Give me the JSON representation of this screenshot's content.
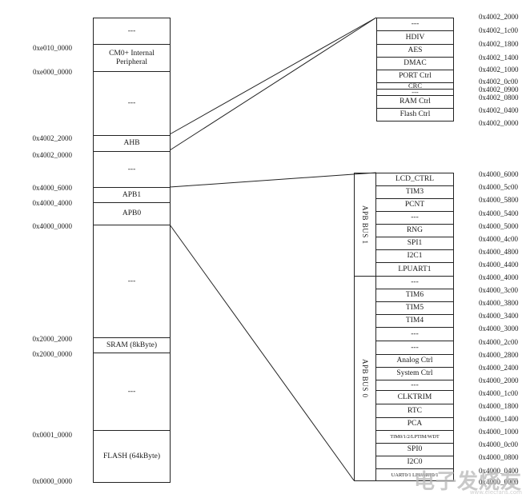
{
  "memory_map": {
    "blocks": [
      {
        "label": "---"
      },
      {
        "label": "CM0+ Internal Peripheral"
      },
      {
        "label": "---"
      },
      {
        "label": "AHB"
      },
      {
        "label": "---"
      },
      {
        "label": "APB1"
      },
      {
        "label": "APB0"
      },
      {
        "label": "---"
      },
      {
        "label": "SRAM (8kByte)"
      },
      {
        "label": "---"
      },
      {
        "label": "FLASH (64kByte)"
      }
    ],
    "addresses": [
      "0xe010_0000",
      "0xe000_0000",
      "0x4002_2000",
      "0x4002_0000",
      "0x4000_6000",
      "0x4000_4000",
      "0x4000_0000",
      "0x2000_2000",
      "0x2000_0000",
      "0x0001_0000",
      "0x0000_0000"
    ]
  },
  "ahb_detail": {
    "blocks": [
      "---",
      "HDIV",
      "AES",
      "DMAC",
      "PORT Ctrl",
      "CRC",
      "---",
      "RAM Ctrl",
      "Flash Ctrl"
    ],
    "addresses": [
      "0x4002_2000",
      "0x4002_1c00",
      "0x4002_1800",
      "0x4002_1400",
      "0x4002_1000",
      "0x4002_0c00",
      "0x4002_0900",
      "0x4002_0800",
      "0x4002_0400",
      "0x4002_0000"
    ]
  },
  "apb_detail": {
    "bus1_label": "APB BUS 1",
    "bus0_label": "APB BUS 0",
    "bus1_blocks": [
      "LCD_CTRL",
      "TIM3",
      "PCNT",
      "---",
      "RNG",
      "SPI1",
      "I2C1",
      "LPUART1"
    ],
    "bus0_blocks": [
      "---",
      "TIM6",
      "TIM5",
      "TIM4",
      "---",
      "---",
      "Analog Ctrl",
      "System Ctrl",
      "---",
      "CLKTRIM",
      "RTC",
      "PCA",
      "TIM0/1/2/LPTIM/WDT",
      "SPI0",
      "I2C0",
      "UART0/1 LPUART0/1"
    ],
    "addresses": [
      "0x4000_6000",
      "0x4000_5c00",
      "0x4000_5800",
      "0x4000_5400",
      "0x4000_5000",
      "0x4000_4c00",
      "0x4000_4800",
      "0x4000_4400",
      "0x4000_4000",
      "0x4000_3c00",
      "0x4000_3800",
      "0x4000_3400",
      "0x4000_3000",
      "0x4000_2c00",
      "0x4000_2800",
      "0x4000_2400",
      "0x4000_2000",
      "0x4000_1c00",
      "0x4000_1800",
      "0x4000_1400",
      "0x4000_1000",
      "0x4000_0c00",
      "0x4000_0800",
      "0x4000_0400",
      "0x4000_0000"
    ]
  },
  "watermark": {
    "text": "电子发烧友",
    "sub": "www.elecfans.com"
  }
}
